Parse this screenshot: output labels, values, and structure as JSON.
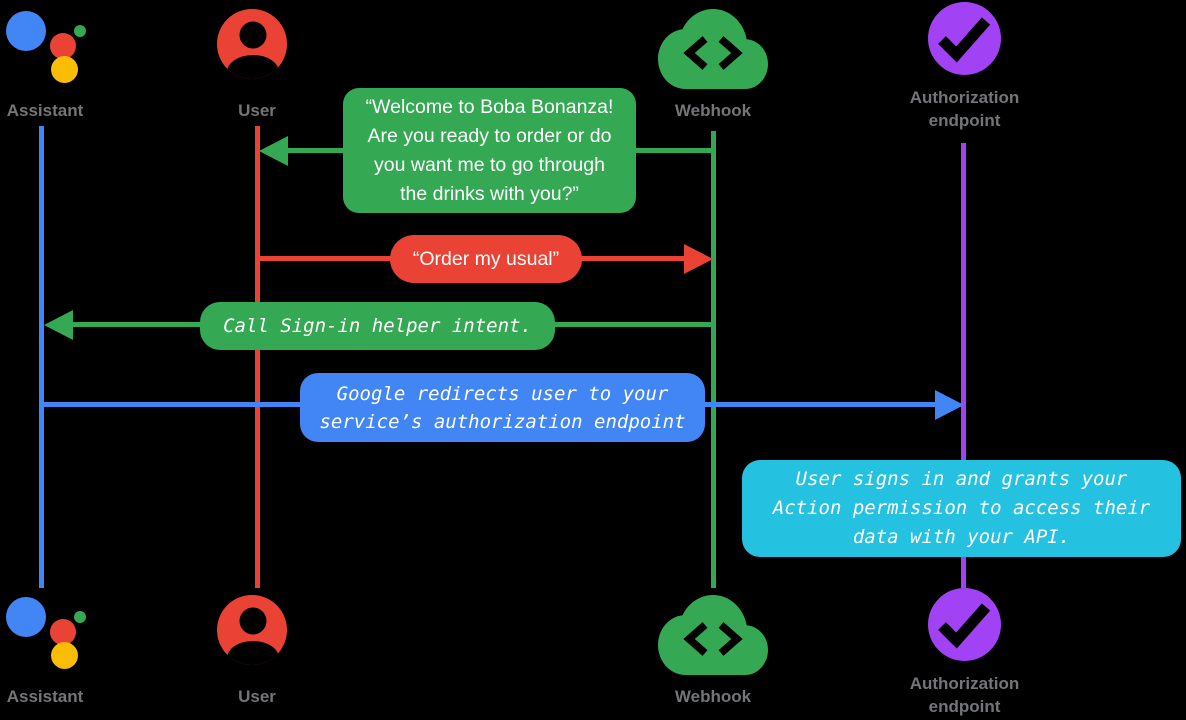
{
  "background": "#000000",
  "colors": {
    "assistant_blue": "#4285F4",
    "user_red": "#EA4335",
    "webhook_green": "#34A853",
    "auth_purple": "#A142F4",
    "note_cyan": "#24C1E0",
    "assistant_yellow": "#FBBC04",
    "label_gray": "#737578",
    "bubble_text": "#FFFFFF"
  },
  "actors": {
    "assistant": {
      "label": "Assistant",
      "icon": "google-assistant-logo-icon"
    },
    "user": {
      "label": "User",
      "icon": "user-avatar-icon"
    },
    "webhook": {
      "label": "Webhook",
      "icon": "cloud-code-icon"
    },
    "auth_endpoint": {
      "label_line1": "Authorization",
      "label_line2": "endpoint",
      "icon": "checkmark-circle-icon"
    }
  },
  "messages": {
    "welcome": {
      "from": "webhook",
      "to": "user",
      "color": "#34A853",
      "lines": {
        "0": "“Welcome to Boba Bonanza!",
        "1": "Are you ready to order or do",
        "2": "you want me to go through",
        "3": "the drinks with you?”"
      }
    },
    "order": {
      "from": "user",
      "to": "webhook",
      "color": "#EA4335",
      "text": "“Order my usual”"
    },
    "sign_in": {
      "from": "webhook",
      "to": "assistant",
      "color": "#34A853",
      "text": "Call Sign-in helper intent."
    },
    "redirect": {
      "from": "assistant",
      "to": "auth_endpoint",
      "color": "#4285F4",
      "lines": {
        "0": "Google redirects user to your",
        "1": "service’s authorization endpoint"
      }
    },
    "note": {
      "at": "auth_endpoint",
      "color": "#24C1E0",
      "lines": {
        "0": "User signs in and grants your",
        "1": "Action permission to access their",
        "2": "data with your API."
      }
    }
  }
}
